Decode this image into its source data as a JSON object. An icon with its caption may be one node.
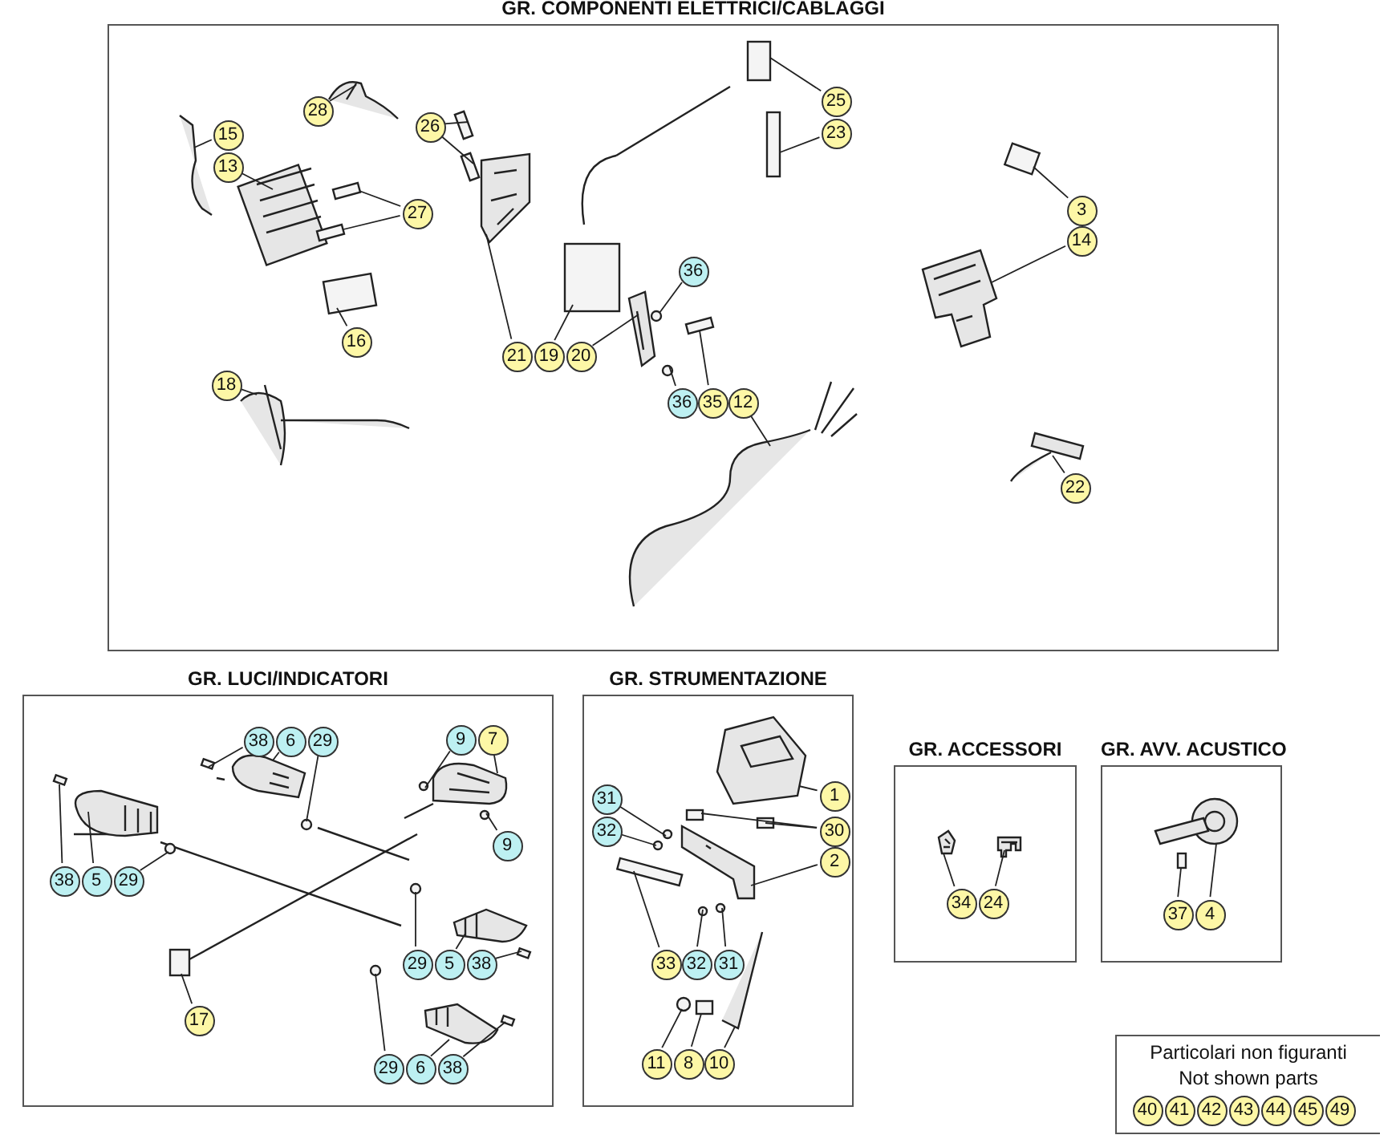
{
  "diagram": {
    "nodes": [
      {
        "text": [
          "GR. COMPONENTI ELETTRICI/CABLAGGI"
        ]
      },
      {
        "text": [
          "25"
        ],
        "in": 0
      },
      {
        "text": [
          "28"
        ],
        "in": 0
      },
      {
        "text": [
          "26"
        ],
        "in": 0
      },
      {
        "text": [
          "23"
        ],
        "in": 0
      },
      {
        "text": [
          "15"
        ],
        "in": 0
      },
      {
        "text": [
          "13"
        ],
        "in": 0
      },
      {
        "text": [
          "3"
        ],
        "in": 0
      },
      {
        "text": [
          "27"
        ],
        "in": 0
      },
      {
        "text": [
          "14"
        ],
        "in": 0
      },
      {
        "text": [
          "36"
        ],
        "in": 0
      },
      {
        "text": [
          "16"
        ],
        "in": 0
      },
      {
        "text": [
          "21"
        ],
        "in": 0
      },
      {
        "text": [
          "19"
        ],
        "in": 0
      },
      {
        "text": [
          "20"
        ],
        "in": 0
      },
      {
        "text": [
          "18"
        ],
        "in": 0
      },
      {
        "text": [
          "36"
        ],
        "in": 0
      },
      {
        "text": [
          "35"
        ],
        "in": 0
      },
      {
        "text": [
          "12"
        ],
        "in": 0
      },
      {
        "text": [
          "22"
        ],
        "in": 0
      },
      {
        "text": [
          "GR. LUCI/INDICATORI"
        ]
      },
      {
        "text": [
          "38"
        ],
        "in": 20
      },
      {
        "text": [
          "6"
        ],
        "in": 20
      },
      {
        "text": [
          "29"
        ],
        "in": 20
      },
      {
        "text": [
          "9"
        ],
        "in": 20
      },
      {
        "text": [
          "7"
        ],
        "in": 20
      },
      {
        "text": [
          "9"
        ],
        "in": 20
      },
      {
        "text": [
          "38"
        ],
        "in": 20
      },
      {
        "text": [
          "5"
        ],
        "in": 20
      },
      {
        "text": [
          "29"
        ],
        "in": 20
      },
      {
        "text": [
          "29"
        ],
        "in": 20
      },
      {
        "text": [
          "5"
        ],
        "in": 20
      },
      {
        "text": [
          "38"
        ],
        "in": 20
      },
      {
        "text": [
          "17"
        ],
        "in": 20
      },
      {
        "text": [
          "29"
        ],
        "in": 20
      },
      {
        "text": [
          "6"
        ],
        "in": 20
      },
      {
        "text": [
          "38"
        ],
        "in": 20
      },
      {
        "text": [
          "GR. STRUMENTAZIONE"
        ]
      },
      {
        "text": [
          "31"
        ],
        "in": 37
      },
      {
        "text": [
          "1"
        ],
        "in": 37
      },
      {
        "text": [
          "32"
        ],
        "in": 37
      },
      {
        "text": [
          "30"
        ],
        "in": 37
      },
      {
        "text": [
          "2"
        ],
        "in": 37
      },
      {
        "text": [
          "33"
        ],
        "in": 37
      },
      {
        "text": [
          "32"
        ],
        "in": 37
      },
      {
        "text": [
          "31"
        ],
        "in": 37
      },
      {
        "text": [
          "11"
        ],
        "in": 37
      },
      {
        "text": [
          "8"
        ],
        "in": 37
      },
      {
        "text": [
          "10"
        ],
        "in": 37
      },
      {
        "text": [
          "GR. ACCESSORI"
        ]
      },
      {
        "text": [
          "34"
        ],
        "in": 49
      },
      {
        "text": [
          "24"
        ],
        "in": 49
      },
      {
        "text": [
          "GR. AVV. ACUSTICO"
        ]
      },
      {
        "text": [
          "37"
        ],
        "in": 52
      },
      {
        "text": [
          "4"
        ],
        "in": 52
      },
      {
        "text": [
          "Particolari non figuranti",
          "Not shown parts"
        ]
      },
      {
        "text": [
          "40"
        ],
        "in": 55
      },
      {
        "text": [
          "41"
        ],
        "in": 55
      },
      {
        "text": [
          "42"
        ],
        "in": 55
      },
      {
        "text": [
          "43"
        ],
        "in": 55
      },
      {
        "text": [
          "44"
        ],
        "in": 55
      },
      {
        "text": [
          "45"
        ],
        "in": 55
      },
      {
        "text": [
          "49"
        ],
        "in": 55
      },
      {
        "text": [],
        "shape": "box",
        "in": 0
      },
      {
        "text": [],
        "shape": "picture",
        "in": 0
      },
      {
        "text": [],
        "shape": "box",
        "in": 0
      },
      {
        "text": [],
        "shape": "box",
        "in": 0
      },
      {
        "text": [],
        "shape": "box",
        "in": 0
      },
      {
        "text": [],
        "shape": "picture",
        "in": 0
      },
      {
        "text": [],
        "shape": "picture",
        "in": 0
      },
      {
        "text": [],
        "shape": "box",
        "in": 0
      },
      {
        "text": [],
        "shape": "box",
        "in": 0
      },
      {
        "text": [],
        "shape": "box",
        "in": 0
      },
      {
        "text": [],
        "shape": "picture",
        "in": 0
      },
      {
        "text": [],
        "shape": "circle",
        "in": 0
      },
      {
        "text": [],
        "shape": "box",
        "in": 0
      },
      {
        "text": [],
        "shape": "picture",
        "in": 0
      },
      {
        "text": [],
        "shape": "box",
        "in": 0
      },
      {
        "text": [],
        "shape": "picture",
        "in": 0
      },
      {
        "text": [],
        "shape": "picture",
        "in": 0
      },
      {
        "text": [],
        "shape": "circle",
        "in": 0
      },
      {
        "text": [],
        "shape": "box",
        "in": 0
      },
      {
        "text": [],
        "shape": "picture",
        "in": 0
      },
      {
        "text": [],
        "shape": "picture",
        "in": 0
      },
      {
        "text": [],
        "shape": "box",
        "in": 20
      },
      {
        "text": [],
        "shape": "picture",
        "in": 20
      },
      {
        "text": [],
        "shape": "circle",
        "in": 20
      },
      {
        "text": [],
        "shape": "circle",
        "in": 20
      },
      {
        "text": [],
        "shape": "picture",
        "in": 20
      },
      {
        "text": [],
        "shape": "circle",
        "in": 20
      },
      {
        "text": [],
        "shape": "box",
        "in": 20
      },
      {
        "text": [],
        "shape": "picture",
        "in": 20
      },
      {
        "text": [],
        "shape": "circle",
        "in": 20
      },
      {
        "text": [],
        "shape": "circle",
        "in": 20
      },
      {
        "text": [],
        "shape": "picture",
        "in": 20
      },
      {
        "text": [],
        "shape": "box",
        "in": 20
      },
      {
        "text": [],
        "shape": "box",
        "in": 20
      },
      {
        "text": [],
        "shape": "circle",
        "in": 20
      },
      {
        "text": [],
        "shape": "picture",
        "in": 20
      },
      {
        "text": [],
        "shape": "box",
        "in": 20
      },
      {
        "text": [],
        "shape": "circle",
        "in": 37
      },
      {
        "text": [],
        "shape": "picture",
        "in": 37
      },
      {
        "text": [],
        "shape": "circle",
        "in": 37
      },
      {
        "text": [],
        "shape": "box",
        "in": 37
      },
      {
        "text": [],
        "shape": "box",
        "in": 37
      },
      {
        "text": [],
        "shape": "picture",
        "in": 37
      },
      {
        "text": [],
        "shape": "box",
        "in": 37
      },
      {
        "text": [],
        "shape": "circle",
        "in": 37
      },
      {
        "text": [],
        "shape": "circle",
        "in": 37
      },
      {
        "text": [],
        "shape": "circle",
        "in": 37
      },
      {
        "text": [],
        "shape": "box",
        "in": 37
      },
      {
        "text": [],
        "shape": "picture",
        "in": 37
      },
      {
        "text": [],
        "shape": "picture",
        "in": 49
      },
      {
        "text": [],
        "shape": "picture",
        "in": 49
      },
      {
        "text": [],
        "shape": "box",
        "in": 52
      },
      {
        "text": [],
        "shape": "picture",
        "in": 52
      }
    ],
    "edges": [
      {
        "from": 1,
        "to": 63,
        "arrow": "none"
      },
      {
        "from": 2,
        "to": 64,
        "arrow": "none"
      },
      {
        "from": 3,
        "to": 65,
        "arrow": "none"
      },
      {
        "from": 3,
        "to": 66,
        "arrow": "none"
      },
      {
        "from": 4,
        "to": 67,
        "arrow": "none"
      },
      {
        "from": 5,
        "to": 68,
        "arrow": "none"
      },
      {
        "from": 6,
        "to": 69,
        "arrow": "none"
      },
      {
        "from": 7,
        "to": 70,
        "arrow": "none"
      },
      {
        "from": 8,
        "to": 71,
        "arrow": "none"
      },
      {
        "from": 8,
        "to": 72,
        "arrow": "none"
      },
      {
        "from": 9,
        "to": 73,
        "arrow": "none"
      },
      {
        "from": 10,
        "to": 74,
        "arrow": "none"
      },
      {
        "from": 11,
        "to": 75,
        "arrow": "none"
      },
      {
        "from": 12,
        "to": 76,
        "arrow": "none"
      },
      {
        "from": 13,
        "to": 77,
        "arrow": "none"
      },
      {
        "from": 14,
        "to": 78,
        "arrow": "none"
      },
      {
        "from": 15,
        "to": 79,
        "arrow": "none"
      },
      {
        "from": 16,
        "to": 80,
        "arrow": "none"
      },
      {
        "from": 17,
        "to": 81,
        "arrow": "none"
      },
      {
        "from": 18,
        "to": 82,
        "arrow": "none"
      },
      {
        "from": 19,
        "to": 83,
        "arrow": "none"
      },
      {
        "from": 21,
        "to": 84,
        "arrow": "none"
      },
      {
        "from": 22,
        "to": 85,
        "arrow": "none"
      },
      {
        "from": 23,
        "to": 86,
        "arrow": "none"
      },
      {
        "from": 24,
        "to": 87,
        "arrow": "none"
      },
      {
        "from": 25,
        "to": 88,
        "arrow": "none"
      },
      {
        "from": 26,
        "to": 89,
        "arrow": "none"
      },
      {
        "from": 27,
        "to": 90,
        "arrow": "none"
      },
      {
        "from": 28,
        "to": 91,
        "arrow": "none"
      },
      {
        "from": 29,
        "to": 92,
        "arrow": "none"
      },
      {
        "from": 30,
        "to": 93,
        "arrow": "none"
      },
      {
        "from": 31,
        "to": 94,
        "arrow": "none"
      },
      {
        "from": 32,
        "to": 95,
        "arrow": "none"
      },
      {
        "from": 33,
        "to": 96,
        "arrow": "none"
      },
      {
        "from": 34,
        "to": 97,
        "arrow": "none"
      },
      {
        "from": 35,
        "to": 98,
        "arrow": "none"
      },
      {
        "from": 36,
        "to": 99,
        "arrow": "none"
      },
      {
        "from": 38,
        "to": 100,
        "arrow": "none"
      },
      {
        "from": 39,
        "to": 101,
        "arrow": "none"
      },
      {
        "from": 40,
        "to": 102,
        "arrow": "none"
      },
      {
        "from": 41,
        "to": 103,
        "arrow": "none"
      },
      {
        "from": 41,
        "to": 104,
        "arrow": "none"
      },
      {
        "from": 42,
        "to": 105,
        "arrow": "none"
      },
      {
        "from": 43,
        "to": 106,
        "arrow": "none"
      },
      {
        "from": 44,
        "to": 107,
        "arrow": "none"
      },
      {
        "from": 45,
        "to": 108,
        "arrow": "none"
      },
      {
        "from": 46,
        "to": 109,
        "arrow": "none"
      },
      {
        "from": 47,
        "to": 110,
        "arrow": "none"
      },
      {
        "from": 48,
        "to": 111,
        "arrow": "none"
      },
      {
        "from": 50,
        "to": 112,
        "arrow": "none"
      },
      {
        "from": 51,
        "to": 113,
        "arrow": "none"
      },
      {
        "from": 53,
        "to": 114,
        "arrow": "none"
      },
      {
        "from": 54,
        "to": 115,
        "arrow": "none"
      }
    ]
  }
}
